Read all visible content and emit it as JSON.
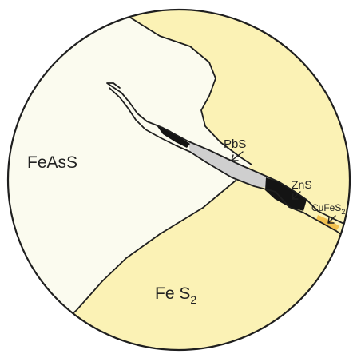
{
  "labels": {
    "arsenopyrite": "FeAsS",
    "pyrite_main": "Fe S",
    "pyrite_sub": "2",
    "galena": "PbS",
    "sphalerite": "ZnS",
    "chalcopyrite_main": "CuFeS",
    "chalcopyrite_sub": "2"
  },
  "colors": {
    "arsenopyrite_fill": "#fbfbef",
    "pyrite_fill": "#fbf2b5",
    "galena_fill": "#cfcfcf",
    "sphalerite_fill": "#141414",
    "chalcopyrite_fill": "#f2c14e",
    "outline": "#1f1f1f"
  }
}
